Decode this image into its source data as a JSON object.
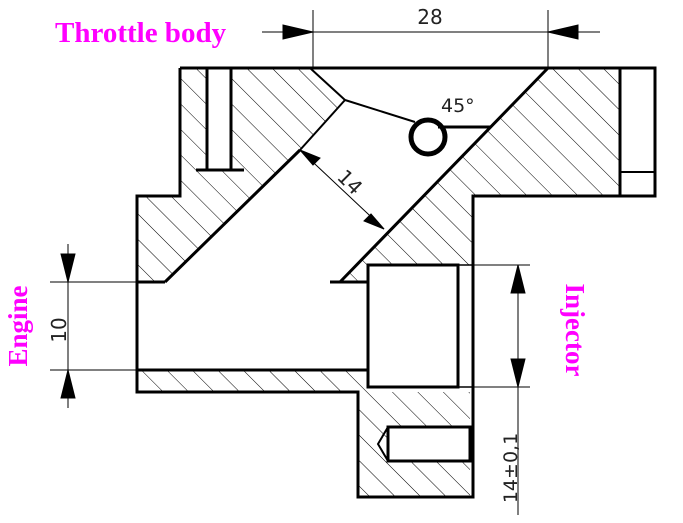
{
  "labels": {
    "throttle_body": "Throttle body",
    "engine": "Engine",
    "injector": "Injector"
  },
  "dimensions": {
    "top_width": "28",
    "angle": "45°",
    "diagonal": "14",
    "engine_port": "10",
    "injector_port": "14±0,1"
  },
  "colors": {
    "label": "#ff00ff",
    "line": "#000000"
  }
}
